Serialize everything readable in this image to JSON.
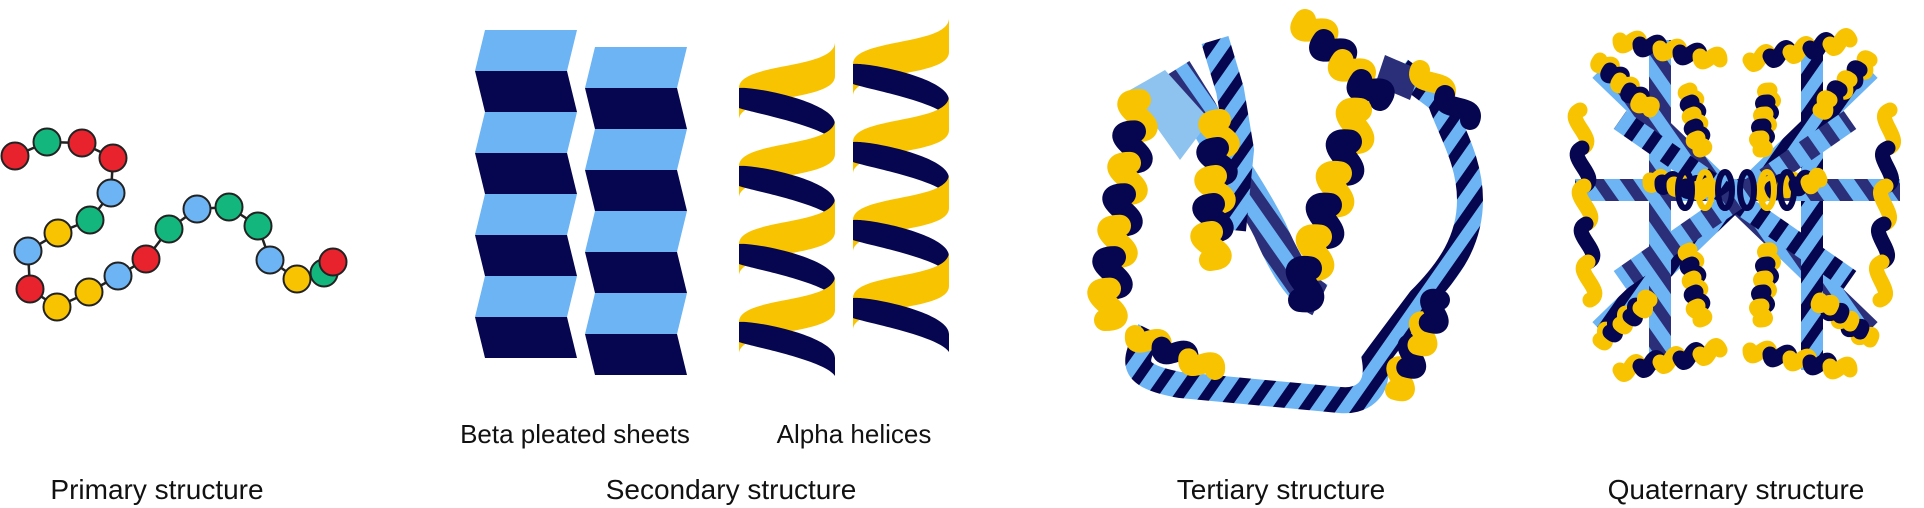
{
  "colors": {
    "red": "#e8232e",
    "green": "#13b77e",
    "blue_light": "#6cb4f4",
    "yellow": "#f8c300",
    "navy": "#060650",
    "stripe_mid": "#2b2f7a",
    "link": "#222222"
  },
  "labels": {
    "primary": "Primary structure",
    "secondary": "Secondary structure",
    "tertiary": "Tertiary structure",
    "quaternary": "Quaternary structure",
    "beta": "Beta pleated sheets",
    "alpha": "Alpha helices"
  },
  "primary_chain": [
    "red",
    "green",
    "red",
    "red",
    "blue",
    "green",
    "yellow",
    "blue",
    "red",
    "yellow",
    "yellow",
    "blue",
    "red",
    "green",
    "blue",
    "green",
    "green",
    "blue",
    "yellow",
    "green",
    "red"
  ],
  "icons": [
    "amino-acid-chain",
    "beta-sheet",
    "alpha-helix",
    "tertiary-ribbon",
    "quaternary-ribbon"
  ]
}
